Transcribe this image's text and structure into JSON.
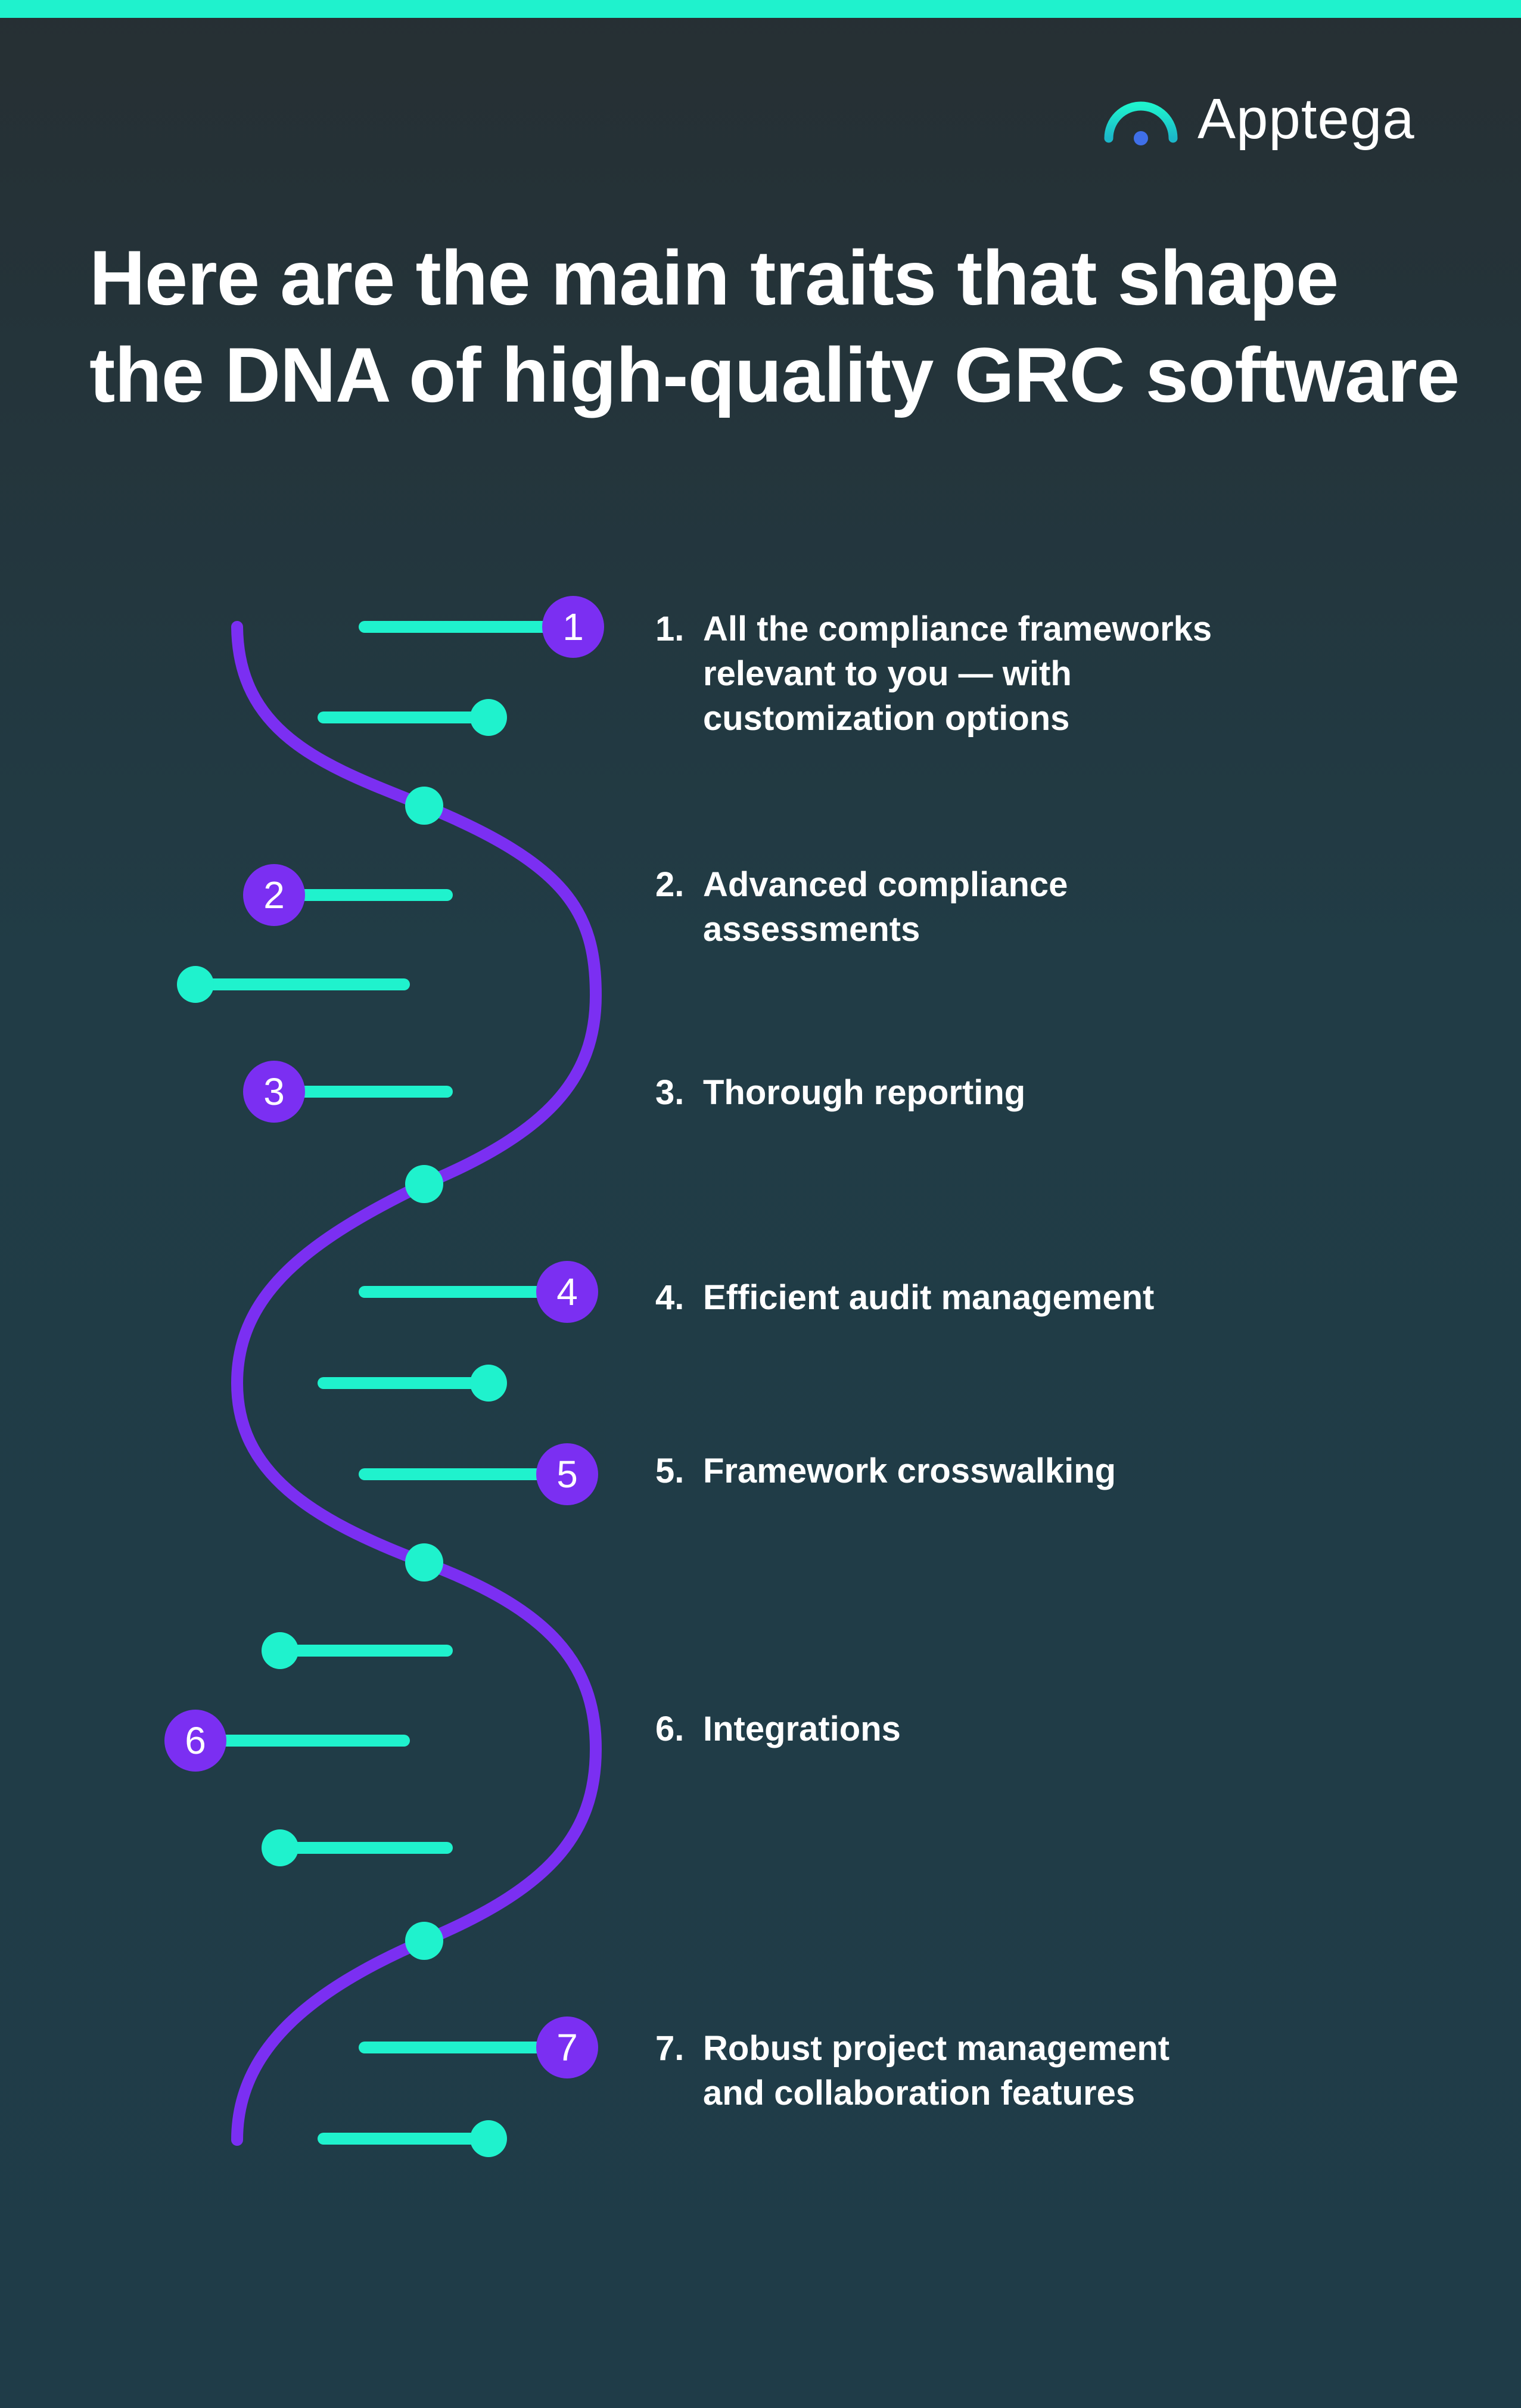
{
  "brand": {
    "name": "Apptega",
    "logo_icon": "apptega-arc-logo-icon",
    "colors": {
      "accent": "#1ff2cd",
      "secondary": "#7b2ff2",
      "logo_dot": "#3f6fe8"
    }
  },
  "headline": "Here are the main traits that shape the DNA of high-quality GRC software",
  "steps": [
    {
      "badge": "1",
      "number": "1.",
      "text": "All the compliance frameworks relevant to you — with customization options"
    },
    {
      "badge": "2",
      "number": "2.",
      "text": "Advanced compliance assessments"
    },
    {
      "badge": "3",
      "number": "3.",
      "text": "Thorough reporting"
    },
    {
      "badge": "4",
      "number": "4.",
      "text": "Efficient audit management"
    },
    {
      "badge": "5",
      "number": "5.",
      "text": "Framework crosswalking"
    },
    {
      "badge": "6",
      "number": "6.",
      "text": "Integrations"
    },
    {
      "badge": "7",
      "number": "7.",
      "text": "Robust project management and collaboration features"
    }
  ],
  "illustration": {
    "name": "dna-helix",
    "icon": "dna-helix-icon"
  }
}
